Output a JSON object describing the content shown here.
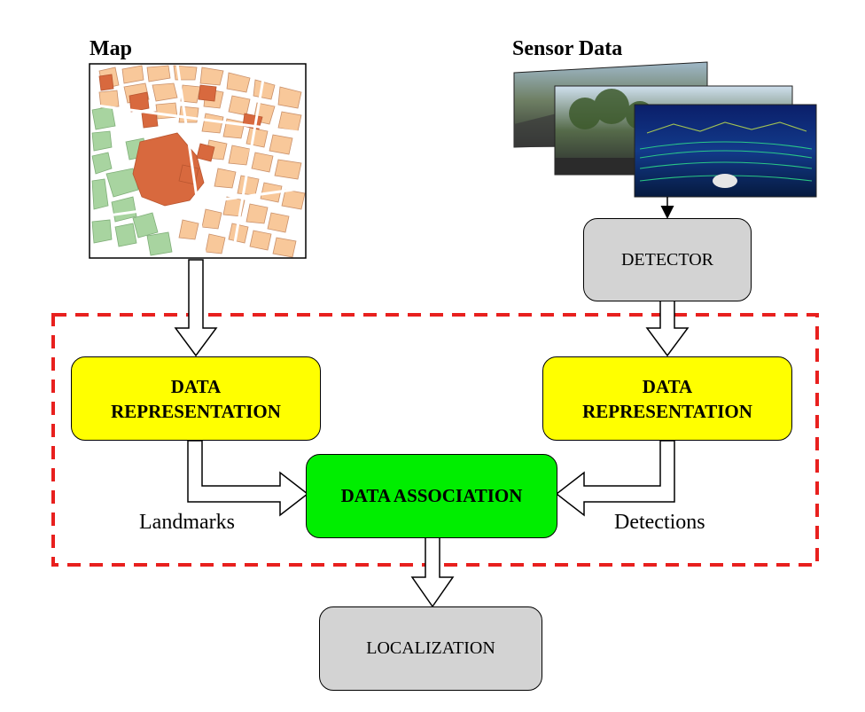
{
  "map": {
    "title": "Map"
  },
  "sensor": {
    "title": "Sensor Data"
  },
  "nodes": {
    "detector": "DETECTOR",
    "rep_left_line1": "DATA",
    "rep_left_line2": "REPRESENTATION",
    "rep_right_line1": "DATA",
    "rep_right_line2": "REPRESENTATION",
    "association": "DATA ASSOCIATION",
    "localization": "LOCALIZATION"
  },
  "edges": {
    "landmarks": "Landmarks",
    "detections": "Detections"
  },
  "colors": {
    "representation_fill": "#ffff00",
    "association_fill": "#00ee00",
    "process_fill": "#d3d3d3",
    "boundary_dash": "#e8201e",
    "map_block": "#f8c89a",
    "map_park": "#a8d4a0",
    "map_landmark": "#d8693e"
  }
}
